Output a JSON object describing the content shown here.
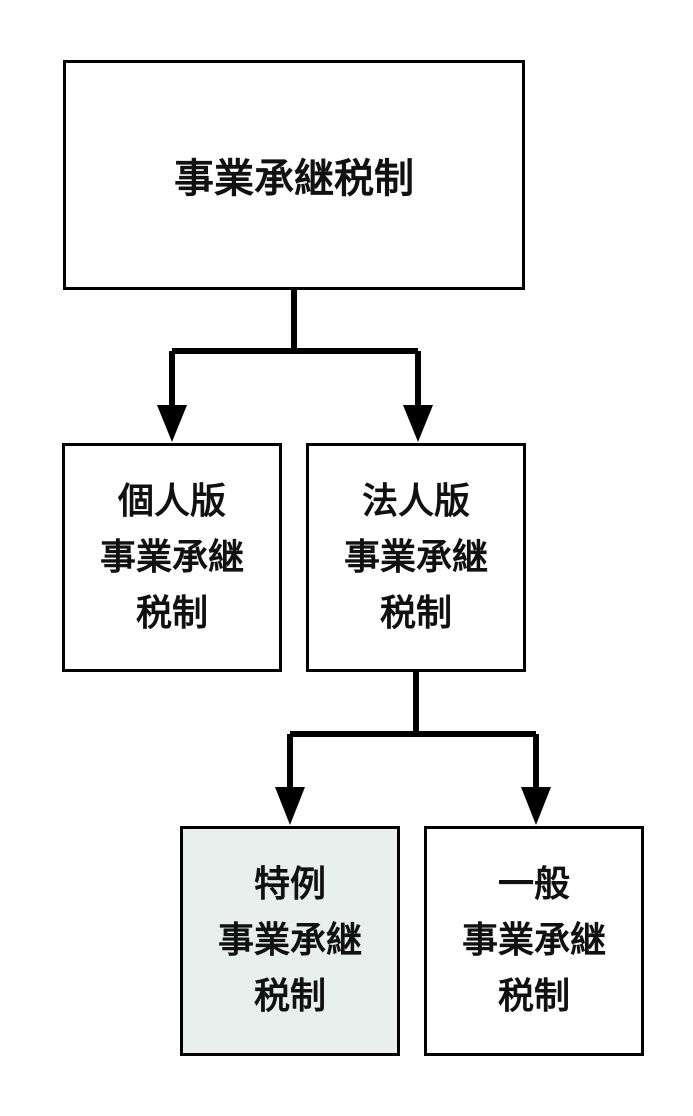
{
  "top": {
    "label": "事業承継税制"
  },
  "level2": [
    {
      "lines": [
        "個人版",
        "事業承継",
        "税制"
      ]
    },
    {
      "lines": [
        "法人版",
        "事業承継",
        "税制"
      ]
    }
  ],
  "level3": [
    {
      "lines": [
        "特例",
        "事業承継",
        "税制"
      ],
      "background": "#e8efec"
    },
    {
      "lines": [
        "一般",
        "事業承継",
        "税制"
      ],
      "background": "#ffffff"
    }
  ]
}
